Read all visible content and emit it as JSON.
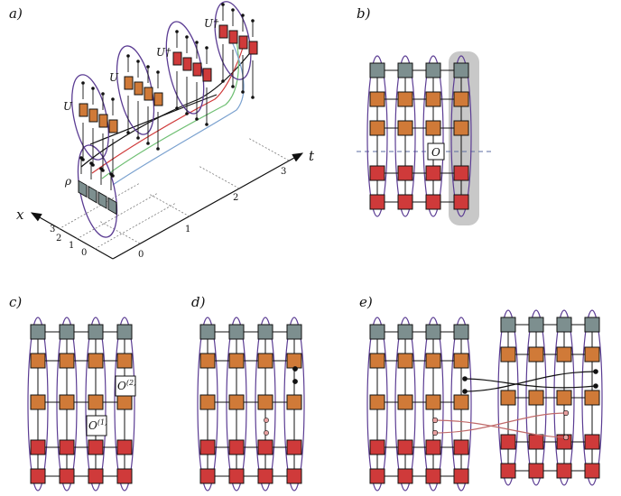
{
  "colors": {
    "grey": "#7d8f8f",
    "orange": "#d07a38",
    "red": "#cf3a3a",
    "purple": "#5b3c93",
    "shade": "#c8c8c8",
    "line": "#111111",
    "blue": "#7aa1cf",
    "green": "#6fbf73",
    "pink": "#e8a0a0",
    "rose": "#c06a6a"
  },
  "panels": {
    "a": {
      "label": "a)",
      "rho": "ρ",
      "U": "U",
      "Udag": "U†",
      "x_axis": "x",
      "t_axis": "t",
      "t_ticks": [
        "0",
        "1",
        "2",
        "3"
      ],
      "x_ticks": [
        "0",
        "1",
        "2",
        "3"
      ]
    },
    "b": {
      "label": "b)",
      "operator": "O"
    },
    "c": {
      "label": "c)",
      "operator_1": "O",
      "operator_1_sup": "(1)",
      "operator_2": "O",
      "operator_2_sup": "(2)"
    },
    "d": {
      "label": "d)"
    },
    "e": {
      "label": "e)"
    }
  }
}
